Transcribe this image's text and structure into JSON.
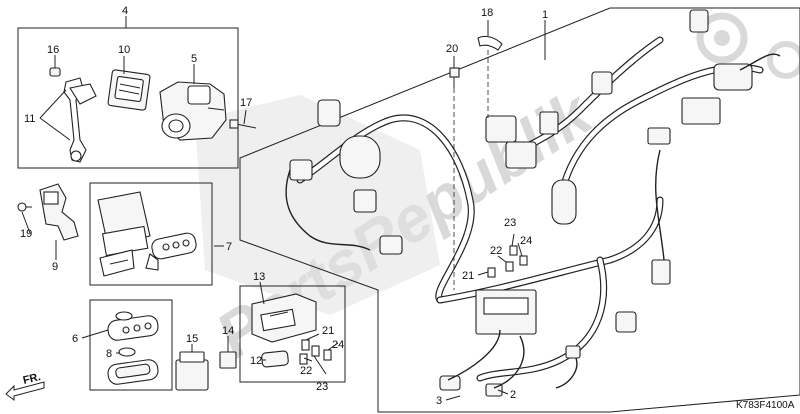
{
  "watermark": {
    "text": "PartsRepublik"
  },
  "diagram_code": "K783F4100A",
  "direction_label": "FR.",
  "callouts": {
    "c4": "4",
    "c16": "16",
    "c10": "10",
    "c5": "5",
    "c11": "11",
    "c17": "17",
    "c18": "18",
    "c1": "1",
    "c20": "20",
    "c19": "19",
    "c9": "9",
    "c7": "7",
    "c13": "13",
    "c6": "6",
    "c8": "8",
    "c15": "15",
    "c14": "14",
    "c12": "12",
    "c21a": "21",
    "c22a": "22",
    "c23a": "23",
    "c24a": "24",
    "c23b": "23",
    "c22b": "22",
    "c24b": "24",
    "c21b": "21",
    "c3": "3",
    "c2": "2"
  }
}
